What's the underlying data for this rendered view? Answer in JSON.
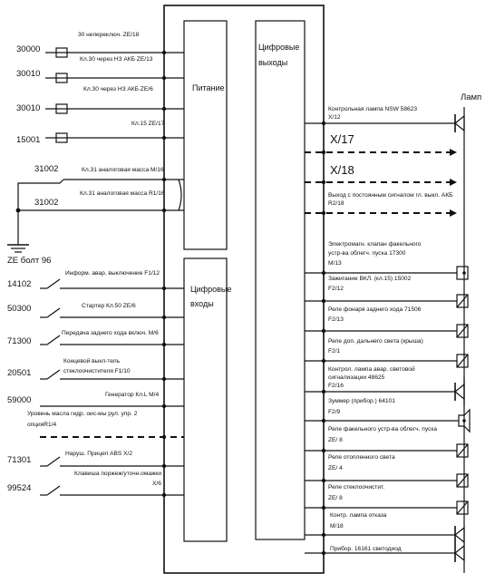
{
  "blocks": {
    "power": "Питание",
    "digital_outputs": [
      "Цифровые",
      "выходы"
    ],
    "digital_inputs": [
      "Цифровые",
      "входы"
    ]
  },
  "power_inputs": [
    {
      "terminal": "30000",
      "label": "30 непереключ. ZE/18"
    },
    {
      "terminal": "30010",
      "label": "Кл.30 через НЗ АКБ   ZE/13"
    },
    {
      "terminal": "30010",
      "label": "Кл.30 через НЗ АКБ   ZE/6"
    },
    {
      "terminal": "15001",
      "label": "Кл.15 ZE/17"
    }
  ],
  "ground": {
    "t1": "31002",
    "l1": "Кл.31 аналоговая масса М/16",
    "t2": "31002",
    "l2": "Кл.31 аналоговая масса R1/16",
    "bolt": "ZE болт 96"
  },
  "digital_inputs": [
    {
      "terminal": "14102",
      "label": "Информ. авар. выключение F1/12"
    },
    {
      "terminal": "50300",
      "label": "Стартер Кл.50 ZE/6"
    },
    {
      "terminal": "71300",
      "label": "Передача заднего хода включ. М/6"
    },
    {
      "terminal": "20501",
      "label": "Концевой выкл-тель",
      "label2": "стеклоочистителя F1/10"
    },
    {
      "terminal": "59000",
      "label": "Генератор Кл.L М/4"
    },
    {
      "terminal": "",
      "label": "Уровень масла гидр. оис-мы рул. упр. 2",
      "label2": "опцияR1/4"
    },
    {
      "terminal": "71301",
      "label": "Наруш. Прицеп АВS X/2"
    },
    {
      "terminal": "99524",
      "label": "Клавиша поржеж/уточн.омажки",
      "label2": "X/6"
    }
  ],
  "lamp_label": "Ламп",
  "outputs": [
    {
      "l1": "Контрольная лампа NSW 58623",
      "l2": "X/12"
    },
    {
      "l1": "X/17"
    },
    {
      "l1": "X/18"
    },
    {
      "l1": "Выход с постоянным сигналом гл. выкл. АКБ",
      "l2": "R2/18"
    },
    {
      "l1": "Электромагн.  клапан  факельного",
      "l2": "устр-ва облегч. пуска 17300",
      "l3": "М/13"
    },
    {
      "l1": "Зажигание ВКЛ. (кл.15) 15002",
      "l2": "F2/12"
    },
    {
      "l1": "Реле фонаря заднего хода 71506",
      "l2": "F2/13"
    },
    {
      "l1": "Реле доп. дальнего света (крыша)",
      "l2": "F2/1"
    },
    {
      "l1": "Контрол.  лампа  авар.  световой",
      "l2": "сигнализации 48625",
      "l3": "F2/16"
    },
    {
      "l1": "Зуммер (прибор.) 64101",
      "l2": "F2/9"
    },
    {
      "l1": "Реле факельного устр-ва облегч. пуска",
      "l2": "ZE/ 8"
    },
    {
      "l1": "Реле отопленного света",
      "l2": "ZE/ 4"
    },
    {
      "l1": "Реле стеклоочистит.",
      "l2": "ZE/ 8"
    },
    {
      "l1": "Контр. лампа отказа",
      "l2": "М/18"
    },
    {
      "l1": "Прибор. 16161 светодиод"
    }
  ]
}
